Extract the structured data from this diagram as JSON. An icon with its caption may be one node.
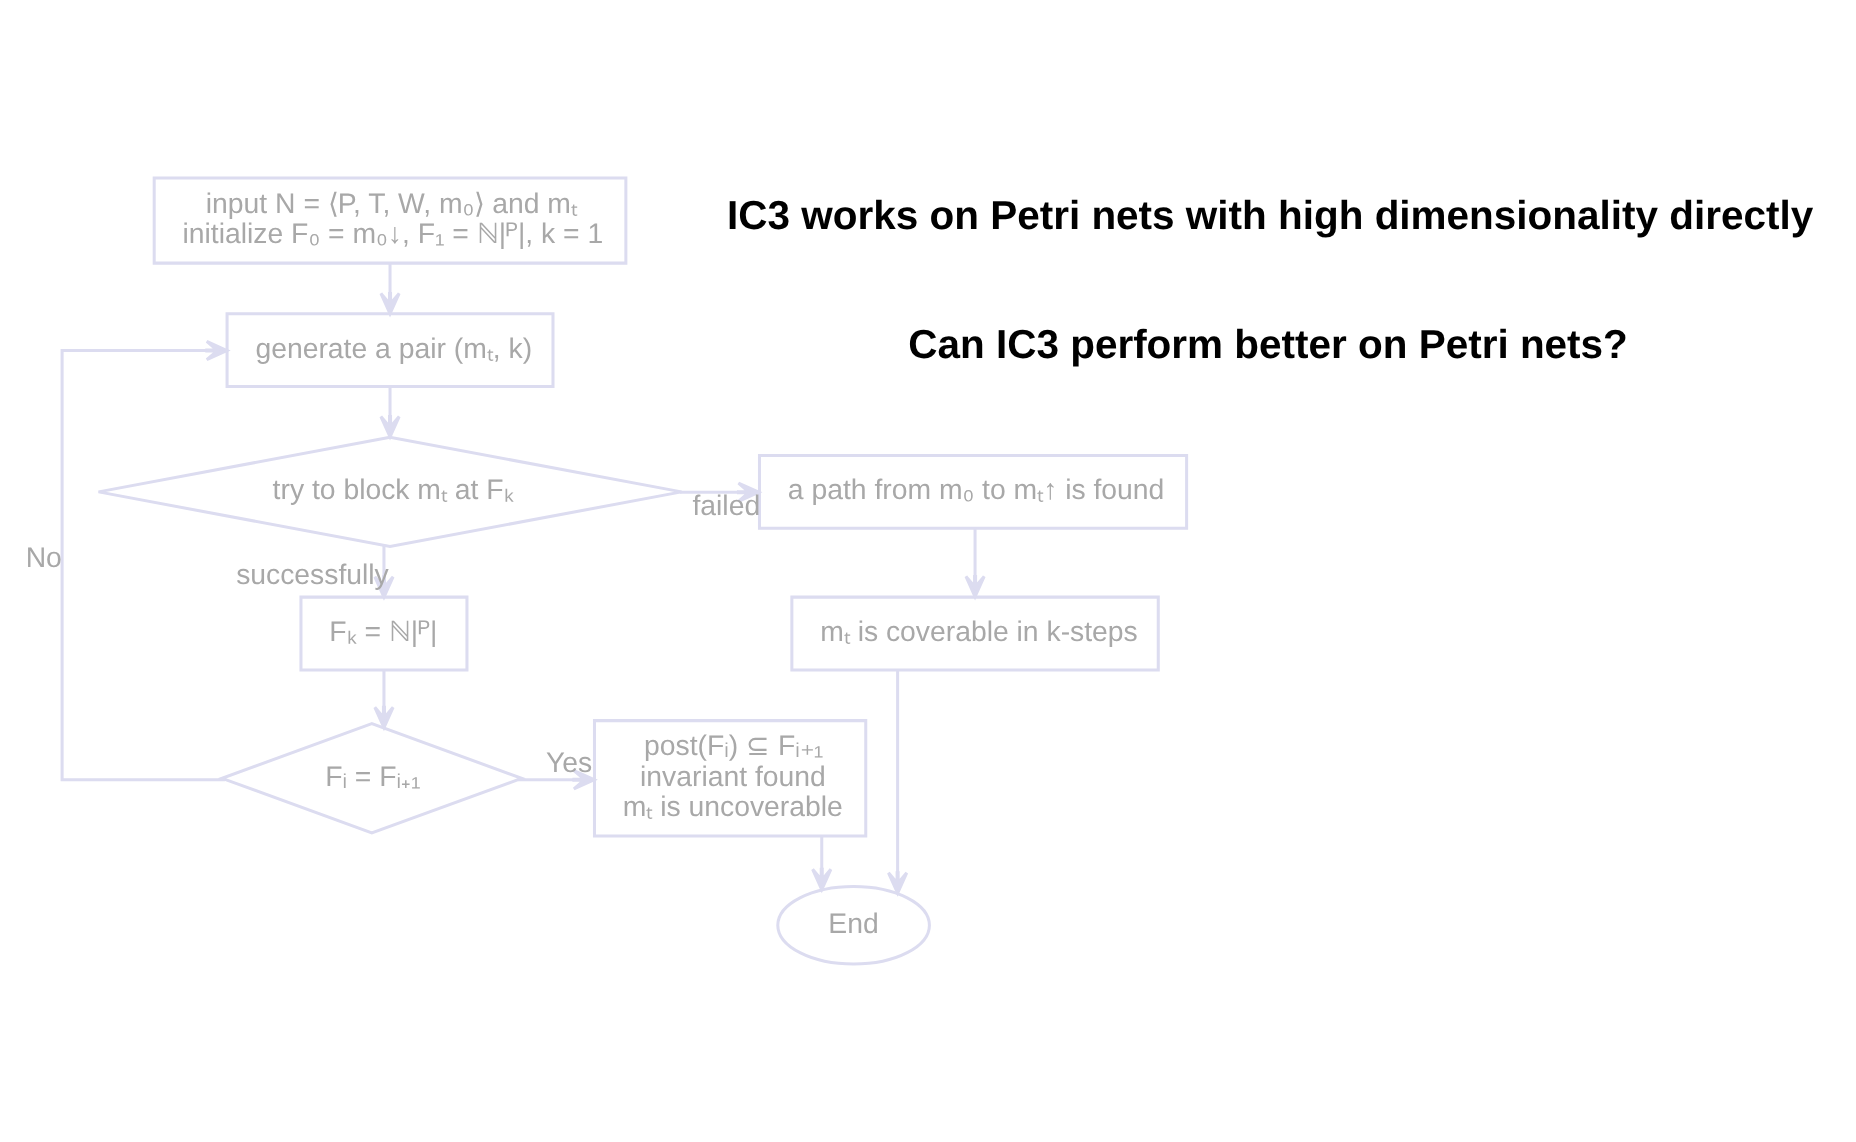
{
  "diagram": {
    "nodes": [
      {
        "text": [
          "input N = ⟨P, T, W, m₀⟩ and mₜ",
          "initialize F₀ = m₀↓, F₁ = ℕ|ᴾ|, k = 1"
        ]
      },
      {
        "text": [
          "generate a pair (mₜ, k)"
        ]
      },
      {
        "text": [
          "try to block mₜ at Fₖ"
        ]
      },
      {
        "text": [
          "Fₖ = ℕ|ᴾ|"
        ]
      },
      {
        "text": [
          "Fᵢ = Fᵢ₊₁"
        ]
      },
      {
        "text": [
          "post(Fᵢ) ⊆ Fᵢ₊₁",
          "invariant found",
          "mₜ is uncoverable"
        ]
      },
      {
        "text": [
          "a path from m₀ to mₜ↑ is found"
        ]
      },
      {
        "text": [
          "mₜ is coverable in k-steps"
        ]
      },
      {
        "text": [
          "End"
        ]
      }
    ],
    "edges": [
      {
        "from": 0,
        "to": 1,
        "arrow": "to"
      },
      {
        "from": 1,
        "to": 2,
        "arrow": "to"
      },
      {
        "from": 2,
        "to": 6,
        "arrow": "to",
        "label": "failed"
      },
      {
        "from": 2,
        "to": 3,
        "arrow": "to",
        "label": "successfully"
      },
      {
        "from": 3,
        "to": 4,
        "arrow": "to"
      },
      {
        "from": 4,
        "to": 5,
        "arrow": "to",
        "label": "Yes"
      },
      {
        "from": 4,
        "to": 1,
        "arrow": "to",
        "label": "No"
      },
      {
        "from": 6,
        "to": 7,
        "arrow": "to"
      },
      {
        "from": 5,
        "to": 8,
        "arrow": "to"
      },
      {
        "from": 7,
        "to": 8,
        "arrow": "to"
      }
    ],
    "labels": [
      "IC3 works on Petri nets with high dimensionality directly",
      "Can IC3 perform better on Petri nets?"
    ]
  }
}
